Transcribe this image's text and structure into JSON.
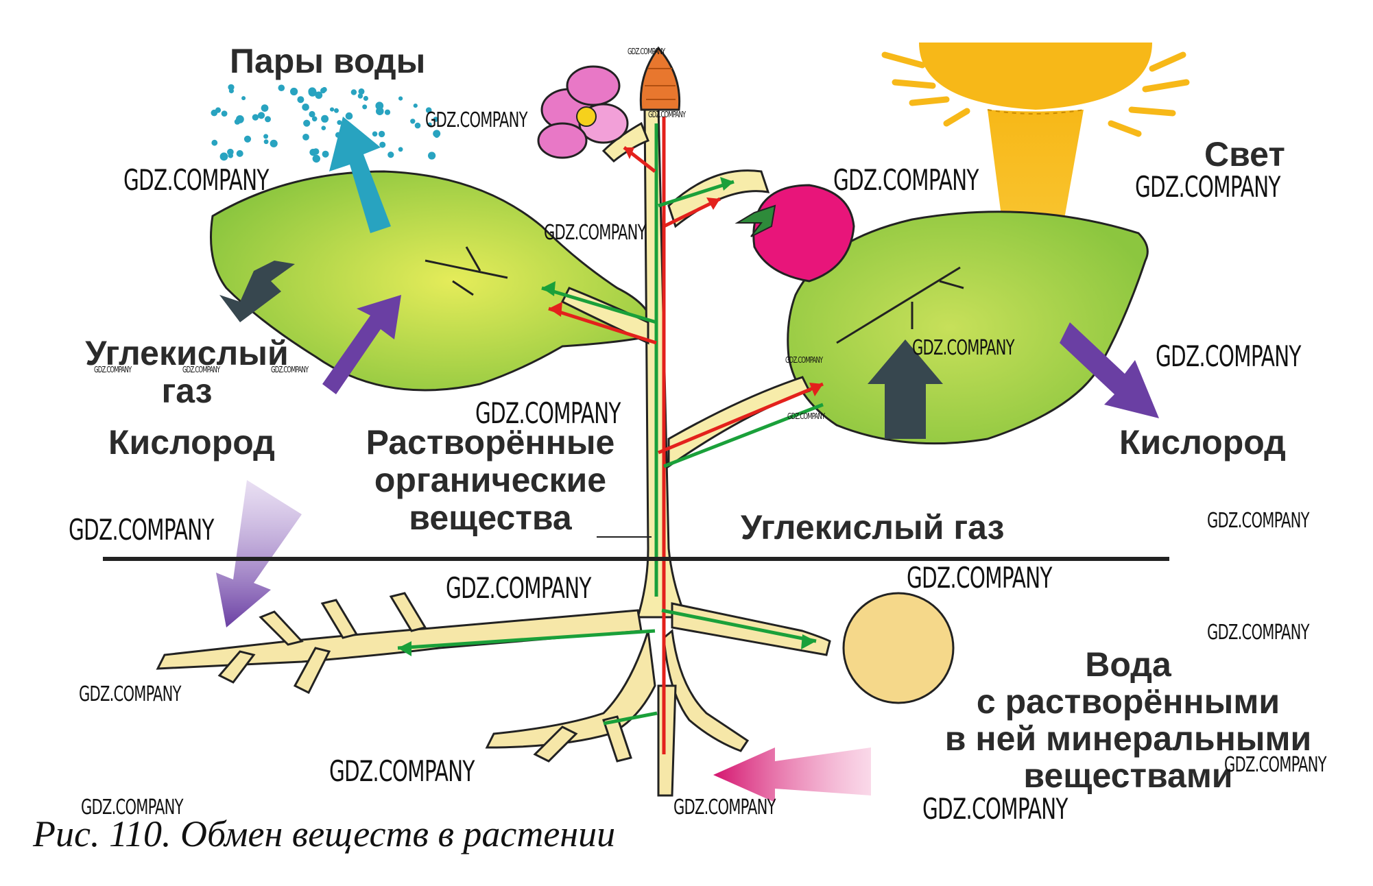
{
  "labels": {
    "water_vapor": "Пары воды",
    "light": "Свет",
    "co2_left_line1": "Углекислый",
    "co2_left_line2": "газ",
    "oxygen_left": "Кислород",
    "dissolved_organic_line1": "Растворённые",
    "dissolved_organic_line2": "органические",
    "dissolved_organic_line3": "вещества",
    "oxygen_right": "Кислород",
    "co2_right": "Углекислый газ",
    "water_line1": "Вода",
    "water_line2": "с растворёнными",
    "water_line3": "в ней минеральными",
    "water_line4": "веществами"
  },
  "caption": "Рис. 110. Обмен веществ в растении",
  "watermark_text": "GDZ.COMPANY",
  "colors": {
    "leaf": "#8cc63f",
    "leaf_light": "#c8e26a",
    "stem": "#f7ecaa",
    "root": "#f6e7a8",
    "sun": "#f7b818",
    "flower_pink": "#e878c6",
    "strawberry": "#e8157a",
    "bud": "#e8772e",
    "arrow_green": "#1aa03a",
    "arrow_red": "#e3211c",
    "vapor_arrow": "#28a3c0",
    "co2_arrow": "#37474f",
    "o2_arrow": "#6a3fa3",
    "water_arrow": "#d4146e",
    "ground_line": "#222222",
    "tuber": "#f5d88a"
  }
}
